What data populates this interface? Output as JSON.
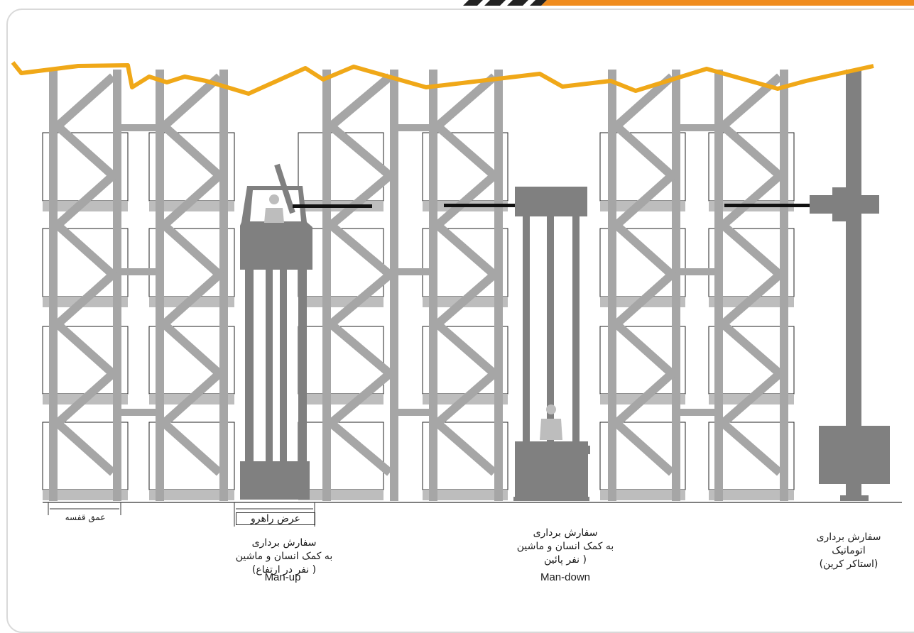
{
  "colors": {
    "rack": "#a6a6a6",
    "machine": "#808080",
    "shelf": "#bdbdbd",
    "accent": "#f0a818",
    "banner": "#f08c1e",
    "outline": "#222222"
  },
  "dimensions": {
    "rack_depth": "عمق قفسه",
    "aisle_width": "عرض راهرو"
  },
  "sections": [
    {
      "lines": [
        "سفارش برداری",
        "به کمک انسان و ماشین",
        "( نفر در ارتفاع)"
      ],
      "english": "Man-up"
    },
    {
      "lines": [
        "سفارش برداری",
        "به کمک انسان و ماشین",
        "( نفر پائین"
      ],
      "english": "Man-down"
    },
    {
      "lines": [
        "سفارش برداری",
        "اتوماتیک",
        "(استاکر کرین)"
      ],
      "english": ""
    }
  ]
}
